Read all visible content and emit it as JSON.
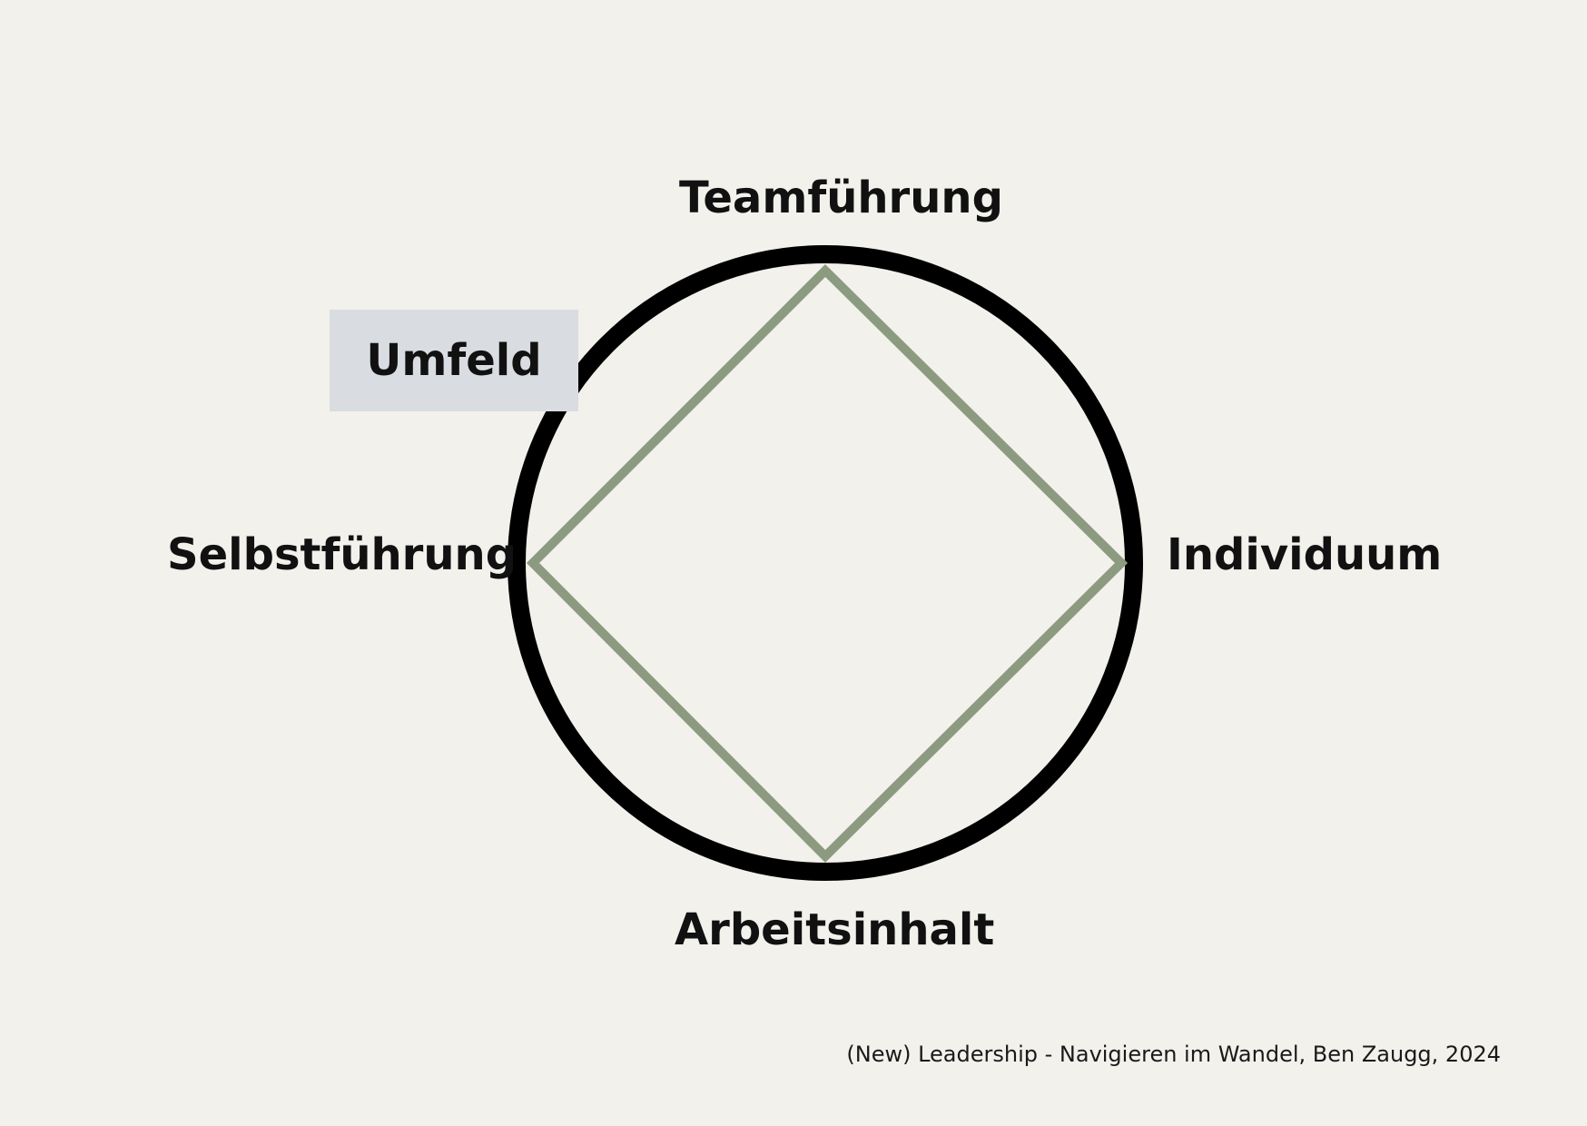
{
  "diagram": {
    "nodes": {
      "top": "Teamführung",
      "left": "Selbstführung",
      "right": "Individuum",
      "bottom": "Arbeitsinhalt"
    },
    "context_label": "Umfeld",
    "caption": "(New) Leadership - Navigieren im Wandel, Ben Zaugg, 2024",
    "colors": {
      "background": "#f2f1ec",
      "circle": "#000000",
      "diamond": "#8c9b80",
      "context_box": "#d9dce1",
      "text": "#111111"
    }
  }
}
